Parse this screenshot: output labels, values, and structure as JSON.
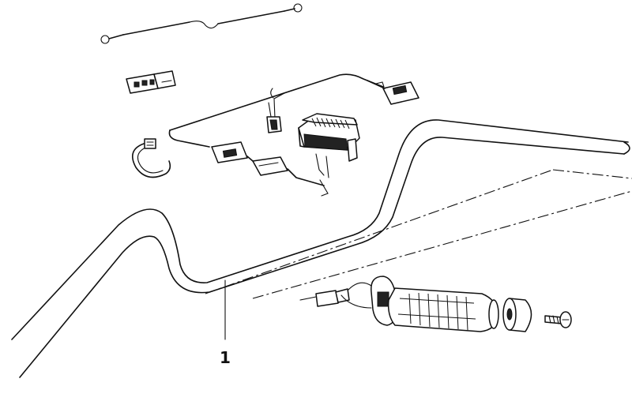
{
  "callouts": [
    {
      "id": "1",
      "label": "1"
    }
  ],
  "parts": [
    {
      "name": "handlebar"
    },
    {
      "name": "heated-grip-wiring-harness"
    },
    {
      "name": "ground-cable"
    },
    {
      "name": "connector-plug"
    },
    {
      "name": "cable-clamp"
    },
    {
      "name": "handlebar-switch-unit"
    },
    {
      "name": "heated-throttle-grip"
    },
    {
      "name": "bar-end-weight"
    },
    {
      "name": "end-screw"
    }
  ]
}
